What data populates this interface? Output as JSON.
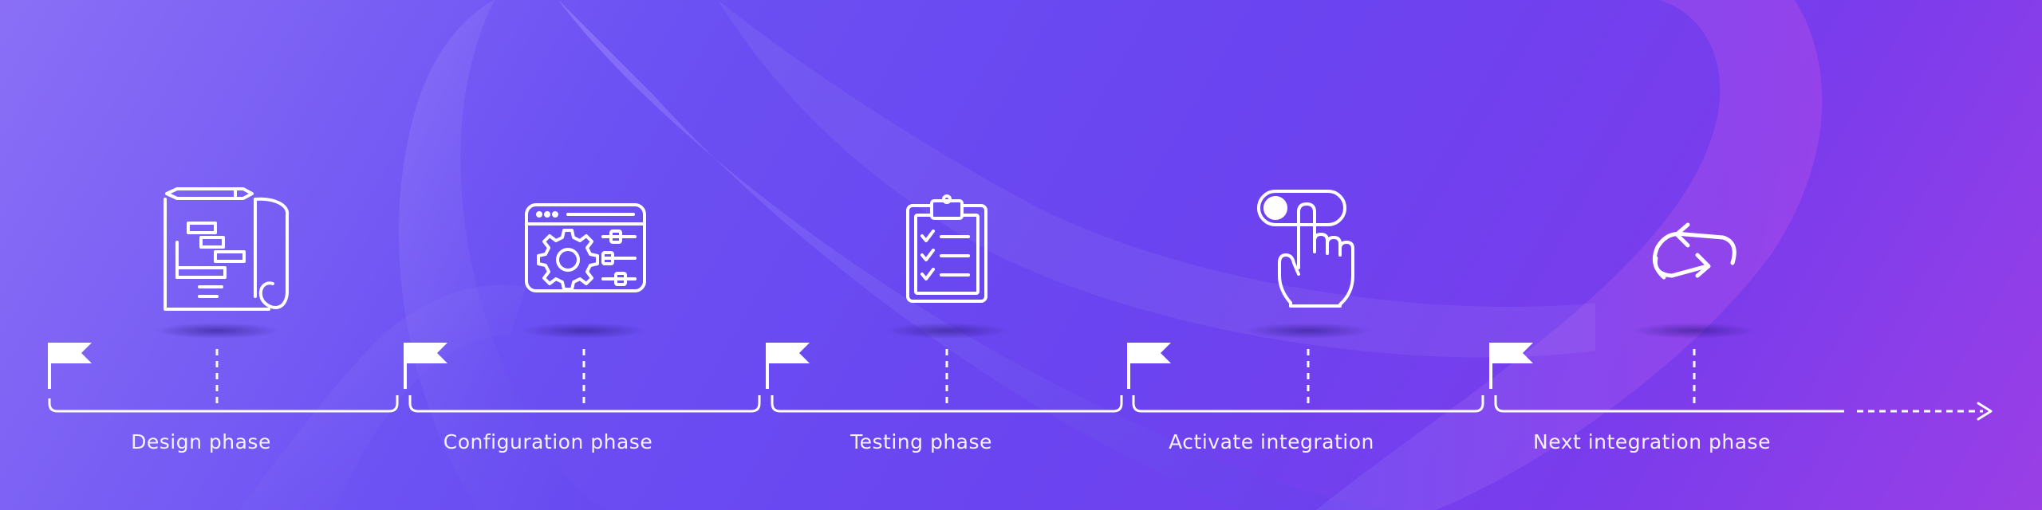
{
  "phases": [
    {
      "label": "Design phase",
      "icon": "blueprint-icon"
    },
    {
      "label": "Configuration phase",
      "icon": "settings-window-icon"
    },
    {
      "label": "Testing phase",
      "icon": "checklist-clipboard-icon"
    },
    {
      "label": "Activate integration",
      "icon": "toggle-switch-hand-icon"
    },
    {
      "label": "Next integration phase",
      "icon": "refresh-cycle-icon"
    }
  ],
  "colors": {
    "gradient_start": "#8a6ff6",
    "gradient_end": "#9a3fe6",
    "line": "#ffffff"
  }
}
